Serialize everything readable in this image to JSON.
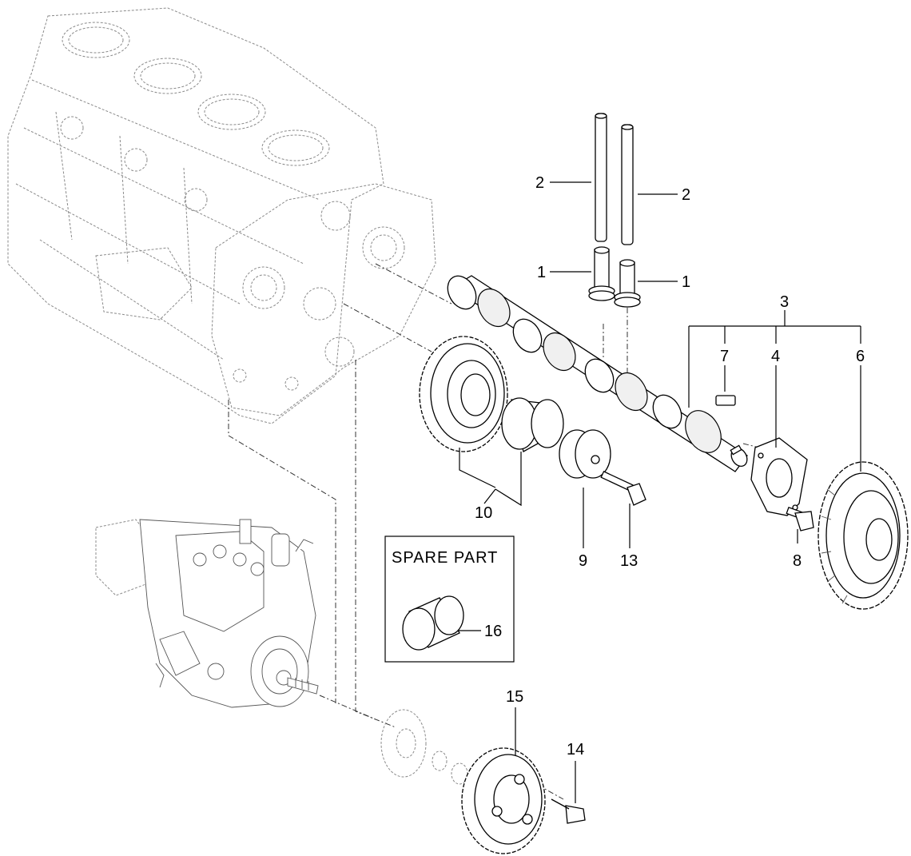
{
  "spare_box": {
    "title": "SPARE PART"
  },
  "callouts": {
    "c1a": "1",
    "c1b": "1",
    "c2a": "2",
    "c2b": "2",
    "c3": "3",
    "c4": "4",
    "c6": "6",
    "c7": "7",
    "c8": "8",
    "c9": "9",
    "c10": "10",
    "c13": "13",
    "c14": "14",
    "c15": "15",
    "c16": "16"
  }
}
